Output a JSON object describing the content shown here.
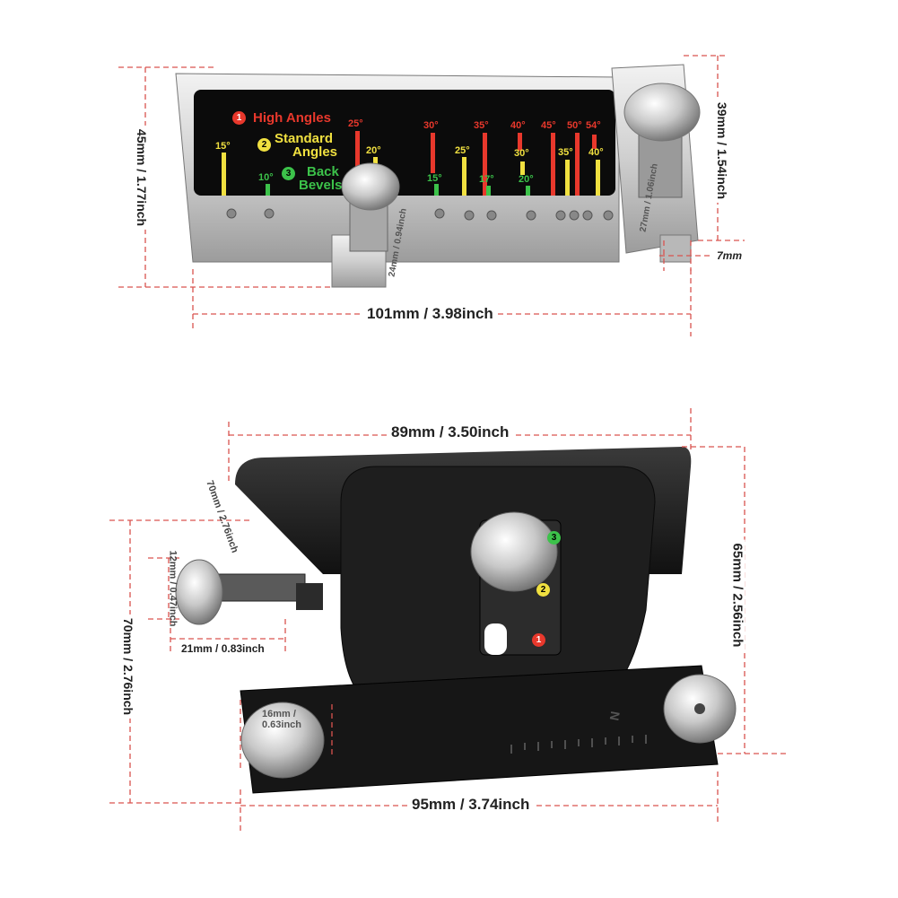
{
  "top_tool": {
    "legend": [
      {
        "num": "1",
        "label": "High Angles",
        "color": "#e8382c"
      },
      {
        "num": "2",
        "label_line1": "Standard",
        "label_line2": "Angles",
        "color": "#f0e040"
      },
      {
        "num": "3",
        "label_line1": "Back",
        "label_line2": "Bevels",
        "color": "#3cc24a"
      }
    ],
    "angle_marks": {
      "a15": "15°",
      "a10": "10°",
      "a25": "25°",
      "a20": "20°",
      "a30": "30°",
      "a15b": "15°",
      "a25b": "25°",
      "a35": "35°",
      "a17": "17°",
      "a40": "40°",
      "a30b": "30°",
      "a20b": "20°",
      "a45": "45°",
      "a35b": "35°",
      "a50": "50°",
      "a54": "54°",
      "a40b": "40°"
    },
    "dimensions": {
      "height": "45mm / 1.77inch",
      "width": "101mm / 3.98inch",
      "right_height": "39mm / 1.54inch",
      "side": "7mm",
      "knob_height": "24mm / 0.94inch",
      "clamp": "27mm / 1.06inch"
    }
  },
  "bottom_tool": {
    "badges": [
      "1",
      "2",
      "3"
    ],
    "scale_digits": "N",
    "dimensions": {
      "top_width": "89mm / 3.50inch",
      "right_height": "65mm / 2.56inch",
      "left_height": "70mm / 2.76inch",
      "depth": "70mm / 2.76inch",
      "knob_dia": "12mm / 0.47inch",
      "knob_len": "21mm / 0.83inch",
      "screw": "16mm / 0.63inch",
      "bottom_width": "95mm / 3.74inch"
    }
  },
  "colors": {
    "red": "#e8382c",
    "yellow": "#f0e040",
    "green": "#3cc24a",
    "dim_line": "#d9534f"
  }
}
